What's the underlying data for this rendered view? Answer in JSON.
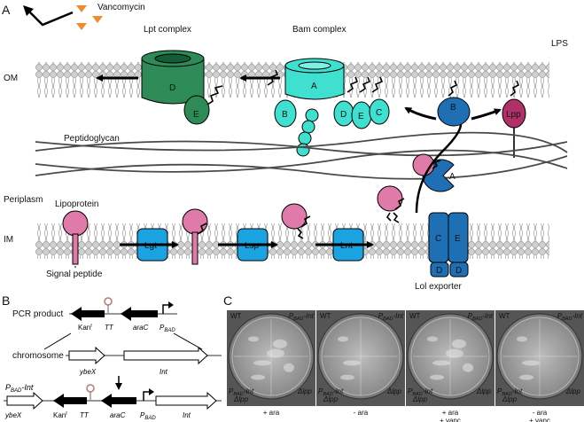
{
  "panels": {
    "a": "A",
    "b": "B",
    "c": "C"
  },
  "panel_a": {
    "vancomycin": "Vancomycin",
    "lpt_complex": "Lpt complex",
    "bam_complex": "Bam complex",
    "lps": "LPS",
    "om": "OM",
    "peptidoglycan": "Peptidoglycan",
    "periplasm": "Periplasm",
    "lipoprotein": "Lipoprotein",
    "im": "IM",
    "signal_peptide": "Signal peptide",
    "lol_exporter": "Lol exporter",
    "lptD": "D",
    "lptE": "E",
    "bamA": "A",
    "bamB": "B",
    "bamD": "D",
    "bamE": "E",
    "bamC": "C",
    "lolB": "B",
    "lolA": "A",
    "lolC": "C",
    "lolE": "E",
    "lolD1": "D",
    "lolD2": "D",
    "lpp": "Lpp",
    "lgt": "Lgt",
    "lsp": "Lsp",
    "lnt": "Lnt"
  },
  "panel_b": {
    "pcr_product": "PCR product",
    "chromosome": "chromosome",
    "construct": "P",
    "construct_sub": "BAD",
    "construct_rest": "-Int",
    "kan": "Kan",
    "kan_sup": "r",
    "tt": "TT",
    "arac": "araC",
    "pbad": "P",
    "pbad_sub": "BAD",
    "ybex": "ybeX",
    "int": "Int"
  },
  "panel_c": {
    "plates": [
      {
        "cond1": "+ ara",
        "cond2": ""
      },
      {
        "cond1": "- ara",
        "cond2": ""
      },
      {
        "cond1": "+ ara",
        "cond2": "+ vanc"
      },
      {
        "cond1": "- ara",
        "cond2": "+ vanc"
      }
    ],
    "wt": "WT",
    "p": "P",
    "p_sub": "BAD",
    "p_rest": "-Int",
    "delta_lpp": "Δlpp"
  },
  "colors": {
    "lpt": "#2e8b57",
    "bam": "#40e0d0",
    "lol": "#1f6fb5",
    "enzyme": "#1aa3e0",
    "lipoprotein": "#e07aa8",
    "lpp": "#b0306a",
    "vancomycin": "#f08a2a"
  }
}
